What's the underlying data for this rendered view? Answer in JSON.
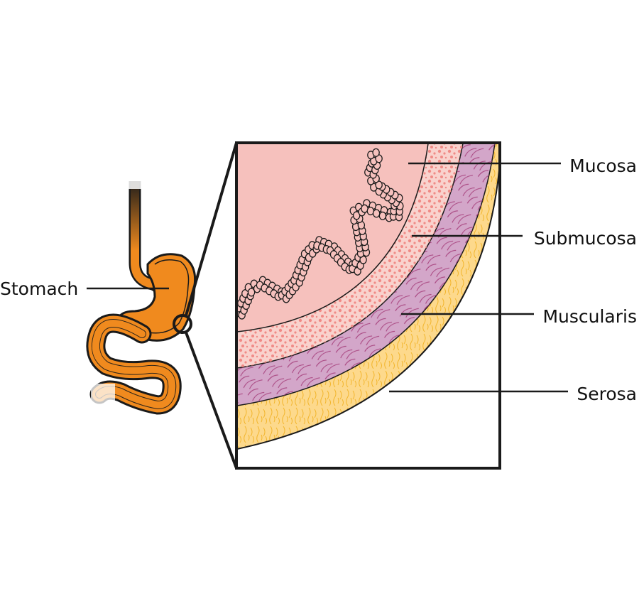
{
  "diagram": {
    "organ_label": "Stomach",
    "layers": [
      {
        "key": "mucosa",
        "label": "Mucosa",
        "color": "#f6c1bd"
      },
      {
        "key": "submucosa",
        "label": "Submucosa",
        "color": "#f9d2cd",
        "dot_color": "#f08a86"
      },
      {
        "key": "muscularis",
        "label": "Muscularis",
        "color": "#d3a6c9",
        "fiber_color": "#a8447f"
      },
      {
        "key": "serosa",
        "label": "Serosa",
        "color": "#fdd98c",
        "fiber_color": "#f2b52c"
      }
    ],
    "colors": {
      "gut": "#f08a1e",
      "outline": "#1a1a1a"
    }
  }
}
